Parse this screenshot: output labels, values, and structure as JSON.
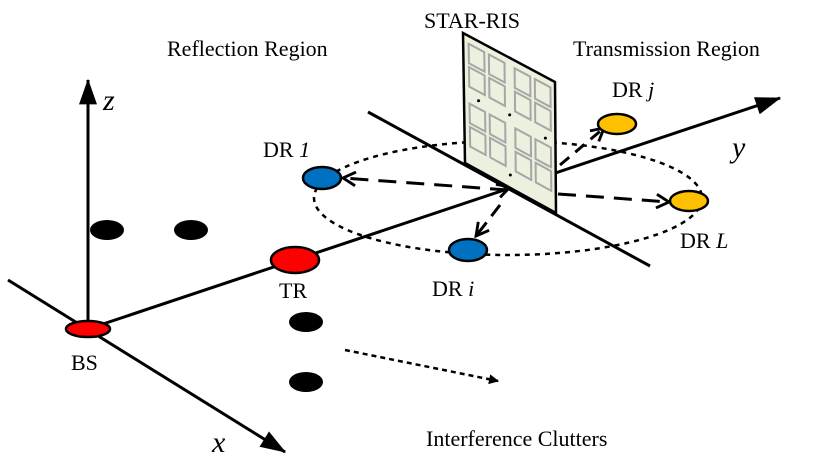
{
  "labels": {
    "star_ris": "STAR-RIS",
    "reflection_region": "Reflection Region",
    "transmission_region": "Transmission Region",
    "dr_j": {
      "prefix": "DR ",
      "index": "j"
    },
    "dr_1": {
      "prefix": "DR ",
      "index": "1"
    },
    "dr_l": {
      "prefix": "DR ",
      "index": "L"
    },
    "dr_i": {
      "prefix": "DR ",
      "index": "i"
    },
    "tr": "TR",
    "bs": "BS",
    "axis_x": "x",
    "axis_y": "y",
    "axis_z": "z",
    "interference": "Interference Clutters"
  },
  "colors": {
    "bs_tr": "#ff0000",
    "reflection_dr": "#0070c0",
    "transmission_dr": "#ffc000",
    "ris_panel": "#ebf1de",
    "ris_element": "#a6a6a6",
    "clutter": "#000000"
  }
}
